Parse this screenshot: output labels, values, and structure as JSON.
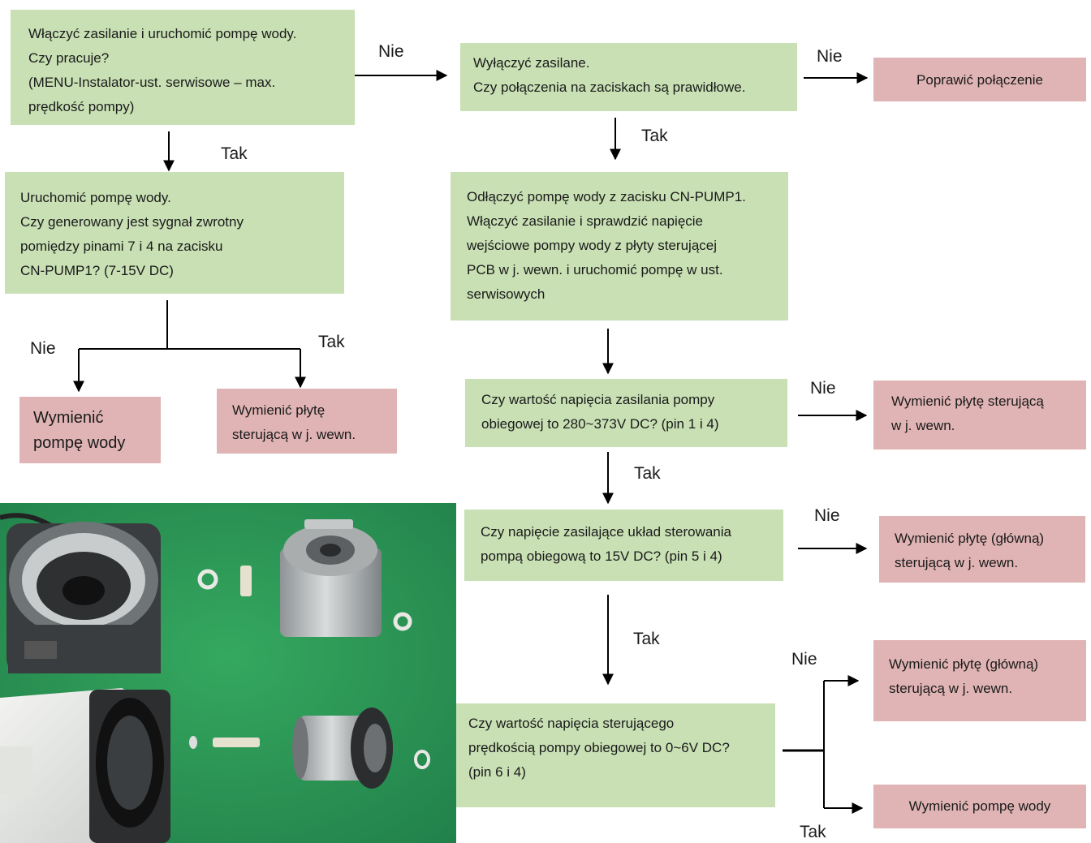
{
  "nodes": {
    "start": {
      "lines": [
        "Włączyć zasilanie i uruchomić pompę wody.",
        "Czy pracuje?",
        "(MENU-Instalator-ust. serwisowe – max.",
        "prędkość pompy)"
      ]
    },
    "power_off": {
      "lines": [
        "Wyłączyć zasilane.",
        "Czy połączenia na zaciskach są prawidłowe."
      ]
    },
    "fix_connection": {
      "lines": [
        "Poprawić połączenie"
      ]
    },
    "feedback_signal": {
      "lines": [
        "Uruchomić  pompę  wody.",
        "Czy generowany jest sygnał zwrotny",
        "pomiędzy pinami 7 i 4 na zacisku",
        "CN-PUMP1? (7-15V  DC)"
      ]
    },
    "disconnect_pump": {
      "lines": [
        "Odłączyć pompę wody z zacisku CN-PUMP1.",
        "Włączyć zasilanie i sprawdzić napięcie",
        "wejściowe pompy wody  z  płyty  sterującej",
        "PCB w j. wewn. i uruchomić pompę w ust.",
        "serwisowych"
      ]
    },
    "replace_pump_1": {
      "lines": [
        "Wymienić",
        "pompę wody"
      ]
    },
    "replace_board_1": {
      "lines": [
        "Wymienić płytę",
        "sterującą w j.  wewn."
      ]
    },
    "supply_voltage": {
      "lines": [
        "Czy wartość napięcia zasilania pompy",
        "obiegowej to 280~373V DC? (pin 1 i 4)"
      ]
    },
    "replace_board_2": {
      "lines": [
        "Wymienić płytę sterującą",
        "w j. wewn."
      ]
    },
    "control_voltage": {
      "lines": [
        "Czy napięcie zasilające układ sterowania",
        "pompą obiegową to 15V DC? (pin 5 i 4)"
      ]
    },
    "replace_board_3": {
      "lines": [
        "Wymienić płytę  (główną)",
        "sterującą w j. wewn."
      ]
    },
    "speed_voltage": {
      "lines": [
        "Czy  wartość  napięcia  sterującego",
        "prędkością pompy obiegowej to 0~6V DC?",
        "(pin 6 i 4)"
      ]
    },
    "replace_board_4": {
      "lines": [
        "Wymienić płytę  (główną)",
        "sterującą w j. wewn."
      ]
    },
    "replace_pump_2": {
      "lines": [
        "Wymienić pompę wody"
      ]
    }
  },
  "labels": {
    "nie_1": "Nie",
    "nie_2": "Nie",
    "tak_1": "Tak",
    "tak_2": "Tak",
    "nie_3": "Nie",
    "tak_3": "Tak",
    "nie_4": "Nie",
    "tak_4": "Tak",
    "nie_5": "Nie",
    "tak_5": "Tak",
    "nie_6": "Nie",
    "tak_6": "Tak"
  },
  "colors": {
    "question_fill": "#c8e0b4",
    "action_fill": "#e0b4b4",
    "connector": "#000000",
    "photo_background": "#2f9b56"
  }
}
